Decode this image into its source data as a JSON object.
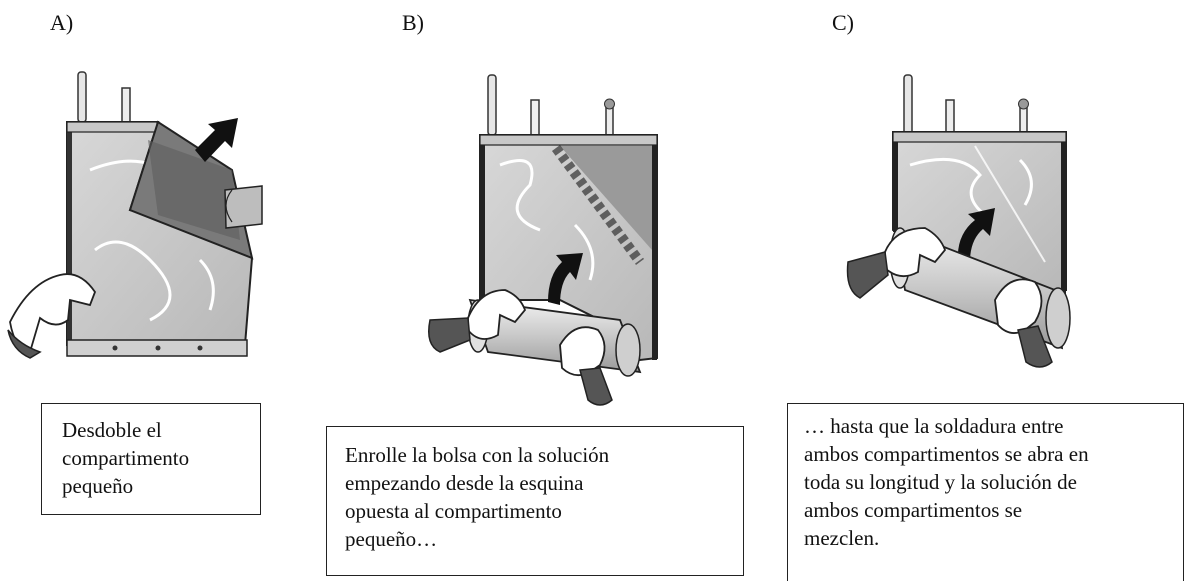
{
  "panels": [
    {
      "label": "A)",
      "caption": [
        "Desdoble el",
        "compartimento",
        "pequeño"
      ]
    },
    {
      "label": "B)",
      "caption": [
        "Enrolle la bolsa con la solución",
        "empezando desde la esquina",
        "opuesta al compartimento",
        "pequeño…"
      ]
    },
    {
      "label": "C)",
      "caption": [
        "… hasta que la soldadura entre",
        "ambos compartimentos se abra en",
        "toda su longitud y la solución de",
        "ambos compartimentos se",
        "mezclen."
      ]
    }
  ]
}
